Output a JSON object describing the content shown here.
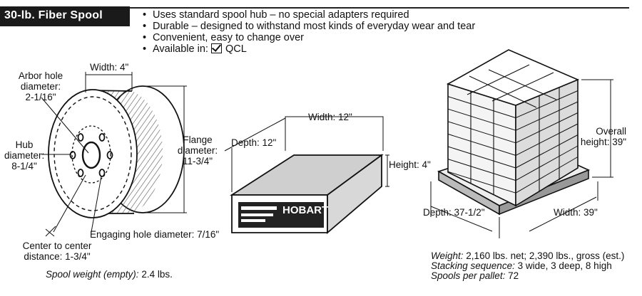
{
  "title": "30-lb. Fiber Spool",
  "features": [
    "Uses standard spool hub – no special adapters required",
    "Durable – designed to withstand most kinds of everyday wear and tear",
    "Convenient, easy to change over"
  ],
  "available_label": "Available in:",
  "available_option": "QCL",
  "spool": {
    "width": "Width: 4\"",
    "arbor": [
      "Arbor hole",
      "diameter:",
      "2-1/16\""
    ],
    "hub": [
      "Hub",
      "diameter:",
      "8-1/4\""
    ],
    "flange": [
      "Flange",
      "diameter:",
      "11-3/4\""
    ],
    "center": [
      "Center to center",
      "distance: 1-3/4\""
    ],
    "engaging": "Engaging hole diameter: 7/16\"",
    "weight_label": "Spool weight (empty):",
    "weight_value": "2.4 lbs."
  },
  "box": {
    "width": "Width: 12\"",
    "depth": "Depth: 12\"",
    "height": "Height: 4\"",
    "brand": "HOBART"
  },
  "pallet": {
    "overall": [
      "Overall",
      "height: 39\""
    ],
    "depth": "Depth: 37-1/2\"",
    "width": "Width: 39\"",
    "weight_label": "Weight:",
    "weight_value": "2,160 lbs. net; 2,390 lbs., gross (est.)",
    "stacking_label": "Stacking sequence:",
    "stacking_value": "3 wide, 3 deep, 8 high",
    "spools_label": "Spools per pallet:",
    "spools_value": "72"
  }
}
